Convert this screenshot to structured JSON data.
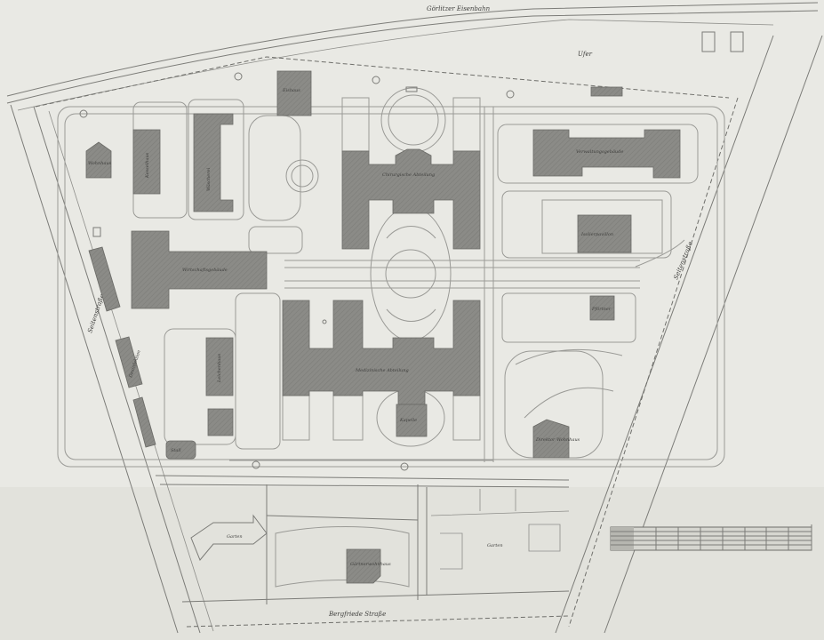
{
  "title": "Lageplan",
  "roads": {
    "top": "Görlitzer Eisenbahn",
    "top_field": "Ufer",
    "left": "Seitenstraße",
    "right": "Seitenstraße",
    "bottom": "Bergfriede Straße"
  },
  "buildings": {
    "upper_main": "Chirurgische Abteilung",
    "lower_main": "Medizinische Abteilung",
    "chapel": "Kapelle",
    "left_main": "Wirtschaftsgebäude",
    "top_right": "Verwaltungsgebäude",
    "right_middle": "Isolierpavillon",
    "small_right": "Pförtner",
    "lower_right": "Direktor Wohnhaus",
    "top_left_house": "Wohnhaus",
    "left_block_1": "Kesselhaus",
    "left_block_2": "Wäscherei",
    "top_small": "Eishaus",
    "left_lower_1": "Desinfektion",
    "left_lower_2": "Leichenhaus",
    "left_bottom": "Stall",
    "bottom_center": "Gärtnerwohnhaus",
    "bottom_l": "Garten",
    "bottom_right_field": "Garten"
  },
  "colors": {
    "paper": "#e9e9e4",
    "building": "#8a8a86",
    "line": "#7c7c78"
  }
}
